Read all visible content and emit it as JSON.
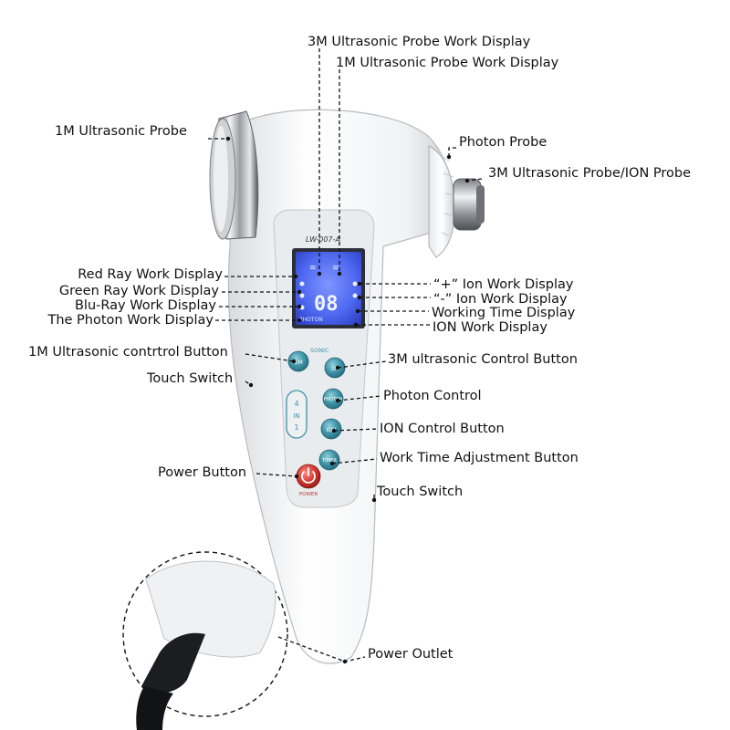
{
  "device": {
    "model_label": "LW-007-A",
    "lcd_digits": "08",
    "lcd_small_label": "PHOTON",
    "sonic_label": "SONIC",
    "btn_1m": "1M",
    "btn_3m": "3M",
    "btn_photon": "PHOTON",
    "btn_ion": "ION",
    "btn_timer": "TIMER",
    "power_label": "POWER",
    "badge_top": "4",
    "badge_mid": "IN",
    "badge_bot": "1"
  },
  "labels": {
    "probe_3m_display": "3M Ultrasonic Probe Work Display",
    "probe_1m_display": "1M Ultrasonic Probe Work Display",
    "probe_1m": "1M Ultrasonic Probe",
    "photon_probe": "Photon Probe",
    "probe_3m_ion": "3M Ultrasonic Probe/ION Probe",
    "red_ray": "Red Ray Work Display",
    "green_ray": "Green Ray Work Display",
    "blu_ray": "Blu-Ray Work Display",
    "photon_display": "The Photon Work Display",
    "plus_ion": "“+” Ion Work Display",
    "minus_ion": "“-” Ion Work Display",
    "working_time": "Working Time Display",
    "ion_work": "ION Work Display",
    "ctrl_1m": "1M Ultrasonic contrtrol Button",
    "ctrl_3m": "3M ultrasonic Control Button",
    "touch_left": "Touch Switch",
    "photon_control": "Photon Control",
    "ion_control": "ION Control Button",
    "work_time_adj": "Work Time Adjustment Button",
    "power_button": "Power Button",
    "touch_right": "Touch Switch",
    "power_outlet": "Power Outlet"
  },
  "colors": {
    "body": "#f4f5f6",
    "panel": "#e9ecef",
    "lcd": "#3c56e8",
    "button_teal": "#3f93a6",
    "power_red": "#d0342c",
    "chrome": "#b9bcc1"
  }
}
